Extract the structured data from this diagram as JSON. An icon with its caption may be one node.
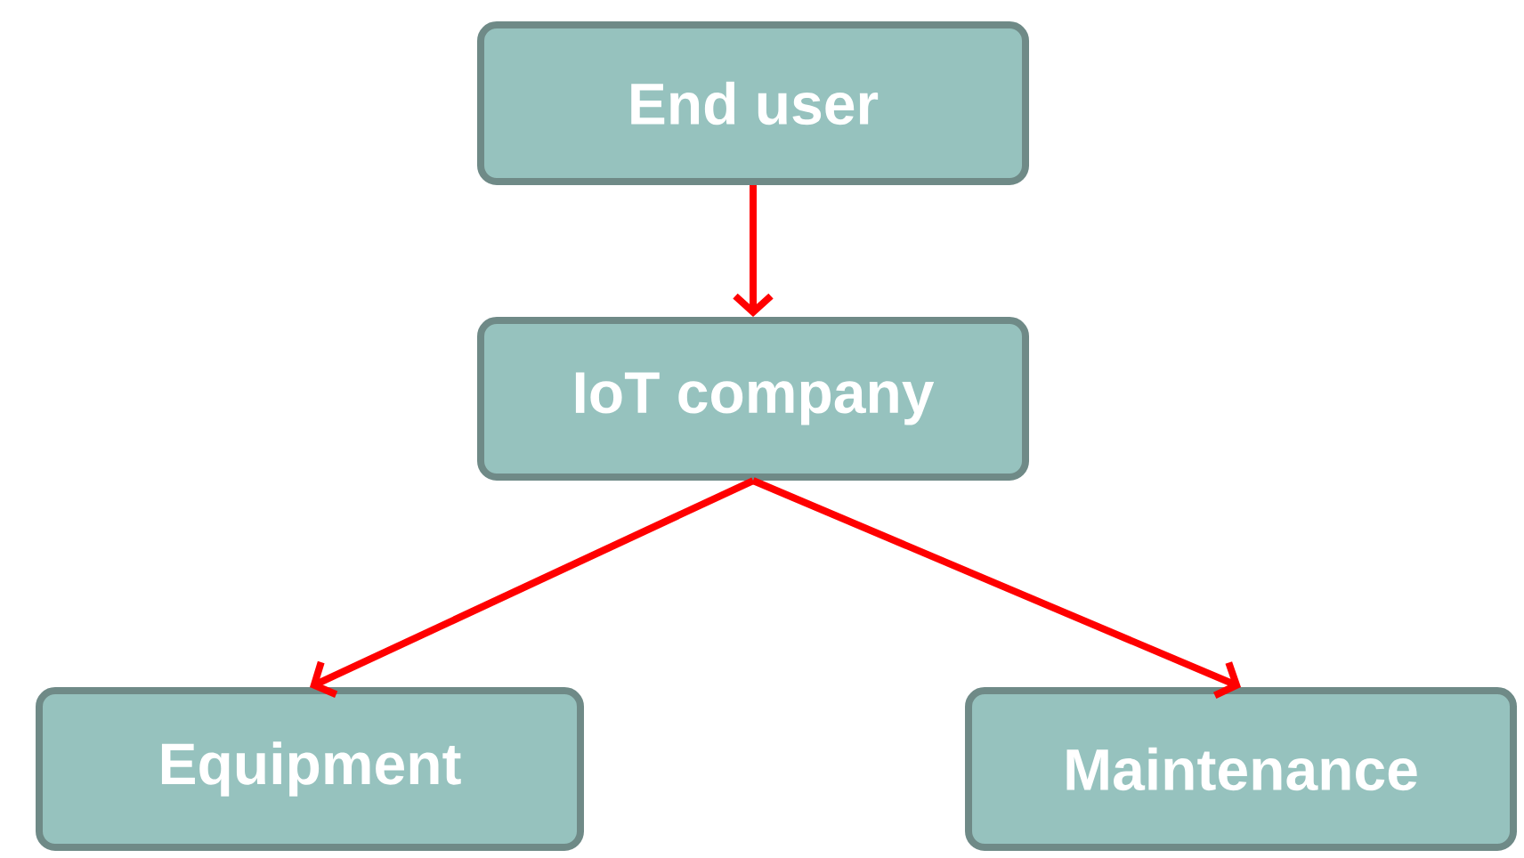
{
  "diagram": {
    "nodes": [
      {
        "text": [
          "End user"
        ]
      },
      {
        "text": [
          "IoT company"
        ]
      },
      {
        "text": [
          "Equipment"
        ]
      },
      {
        "text": [
          "Maintenance"
        ]
      }
    ],
    "edges": [
      {
        "from": 0,
        "to": 1,
        "arrow": "to"
      },
      {
        "from": 1,
        "to": 2,
        "arrow": "to"
      },
      {
        "from": 1,
        "to": 3,
        "arrow": "to"
      }
    ]
  }
}
